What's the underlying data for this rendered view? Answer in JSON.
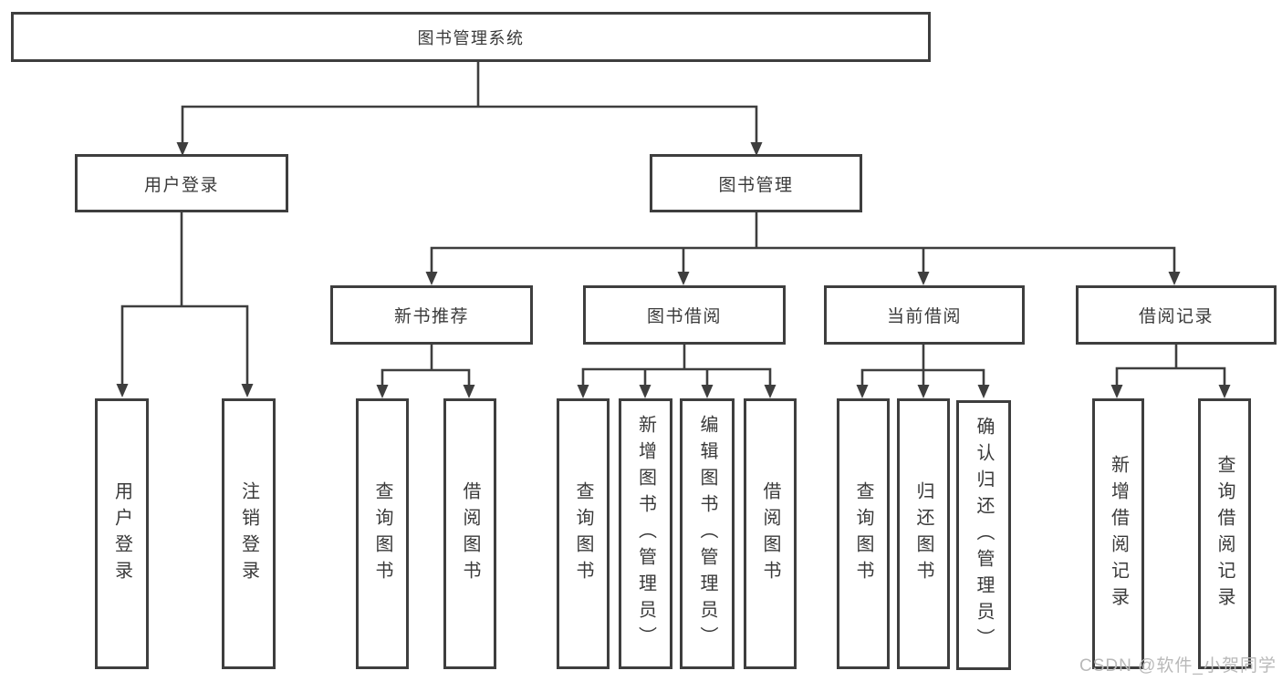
{
  "tree": {
    "root": {
      "label": "图书管理系统",
      "children": [
        {
          "label": "用户登录",
          "children": [
            {
              "label": "用户登录"
            },
            {
              "label": "注销登录"
            }
          ]
        },
        {
          "label": "图书管理",
          "children": [
            {
              "label": "新书推荐",
              "children": [
                {
                  "label": "查询图书"
                },
                {
                  "label": "借阅图书"
                }
              ]
            },
            {
              "label": "图书借阅",
              "children": [
                {
                  "label": "查询图书"
                },
                {
                  "label": "新增图书（管理员）"
                },
                {
                  "label": "编辑图书（管理员）"
                },
                {
                  "label": "借阅图书"
                }
              ]
            },
            {
              "label": "当前借阅",
              "children": [
                {
                  "label": "查询图书"
                },
                {
                  "label": "归还图书"
                },
                {
                  "label": "确认归还（管理员）"
                }
              ]
            },
            {
              "label": "借阅记录",
              "children": [
                {
                  "label": "新增借阅记录"
                },
                {
                  "label": "查询借阅记录"
                }
              ]
            }
          ]
        }
      ]
    }
  },
  "watermark": "CSDN @软件_小贺同学",
  "colors": {
    "line": "#3e3e3e",
    "text": "#3a3a3a",
    "watermark": "#b9b9b9",
    "background": "#ffffff"
  }
}
